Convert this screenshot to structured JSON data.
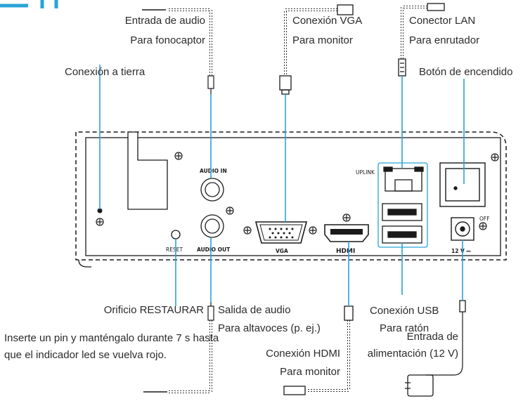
{
  "callouts": {
    "audio_in": {
      "line1": "Entrada de audio",
      "line2": "Para fonocaptor"
    },
    "vga": {
      "line1": "Conexión VGA",
      "line2": "Para monitor"
    },
    "lan": {
      "line1": "Conector LAN",
      "line2": "Para enrutador"
    },
    "ground": {
      "line1": "Conexión a tierra"
    },
    "power_switch": {
      "line1": "Botón de encendido"
    },
    "reset": {
      "line1": "Orificio RESTAURAR",
      "note1": "Inserte un pin y manténgalo durante 7 s hasta",
      "note2": "que el indicador led se vuelva rojo."
    },
    "audio_out": {
      "line1": "Salida de audio",
      "line2": "Para altavoces (p. ej.)"
    },
    "usb": {
      "line1": "Conexión USB",
      "line2": "Para ratón"
    },
    "hdmi": {
      "line1": "Conexión HDMI",
      "line2": "Para monitor"
    },
    "power_in": {
      "line1": "Entrada de",
      "line2": "alimentación (12 V)"
    }
  },
  "panel_labels": {
    "audio_in": "AUDIO IN",
    "audio_out": "AUDIO OUT",
    "reset": "RESET",
    "vga": "VGA",
    "hdmi": "HDMI",
    "uplink": "UPLINK",
    "off": "OFF",
    "dc": "12 V ⎓"
  },
  "colors": {
    "leader": "#29a3d6",
    "text": "#2b2b2b",
    "panel_stroke": "#1a1a1a"
  }
}
